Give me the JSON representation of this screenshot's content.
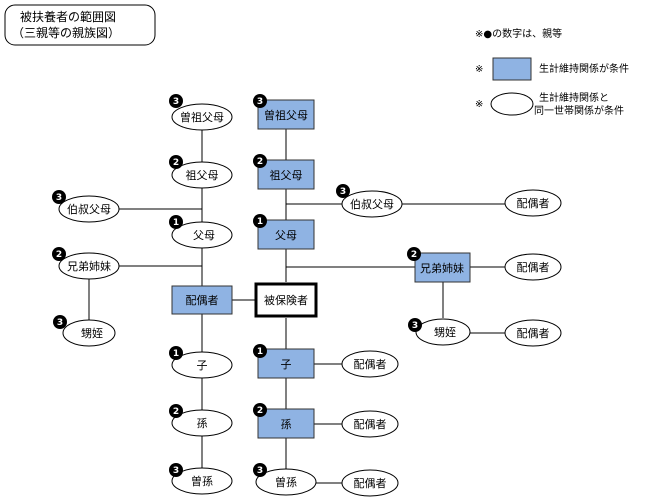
{
  "title": {
    "line1": "被扶養者の範囲図",
    "line2": "（三親等の親族図）"
  },
  "legend": {
    "degree_note": "※●の数字は、親等",
    "rect_mark": "※",
    "rect_label": "生計維持関係が条件",
    "ellipse_mark": "※",
    "ellipse_label_1": "生計維持関係と",
    "ellipse_label_2": "同一世帯関係が条件",
    "rect_color": "#8fb3e3"
  },
  "nodes": {
    "insured": {
      "label": "被保険者"
    },
    "spouse": {
      "label": "配偶者"
    },
    "r_great_grandparents": {
      "label": "曽祖父母",
      "degree": "3"
    },
    "r_grandparents": {
      "label": "祖父母",
      "degree": "2"
    },
    "r_parents": {
      "label": "父母",
      "degree": "1"
    },
    "r_uncle_aunt": {
      "label": "伯叔父母",
      "degree": "3"
    },
    "r_uncle_aunt_spouse": {
      "label": "配偶者"
    },
    "r_siblings": {
      "label": "兄弟姉妹",
      "degree": "2"
    },
    "r_siblings_spouse": {
      "label": "配偶者"
    },
    "r_nephew_niece": {
      "label": "甥姪",
      "degree": "3"
    },
    "r_nephew_niece_spouse": {
      "label": "配偶者"
    },
    "r_child": {
      "label": "子",
      "degree": "1"
    },
    "r_child_spouse": {
      "label": "配偶者"
    },
    "r_grandchild": {
      "label": "孫",
      "degree": "2"
    },
    "r_grandchild_spouse": {
      "label": "配偶者"
    },
    "r_great_grandchild": {
      "label": "曽孫",
      "degree": "3"
    },
    "r_great_grandchild_spouse": {
      "label": "配偶者"
    },
    "s_great_grandparents": {
      "label": "曽祖父母",
      "degree": "3"
    },
    "s_grandparents": {
      "label": "祖父母",
      "degree": "2"
    },
    "s_parents": {
      "label": "父母",
      "degree": "1"
    },
    "s_uncle_aunt": {
      "label": "伯叔父母",
      "degree": "3"
    },
    "s_siblings": {
      "label": "兄弟姉妹",
      "degree": "2"
    },
    "s_nephew_niece": {
      "label": "甥姪",
      "degree": "3"
    },
    "s_child": {
      "label": "子",
      "degree": "1"
    },
    "s_grandchild": {
      "label": "孫",
      "degree": "2"
    },
    "s_great_grandchild": {
      "label": "曽孫",
      "degree": "3"
    }
  }
}
